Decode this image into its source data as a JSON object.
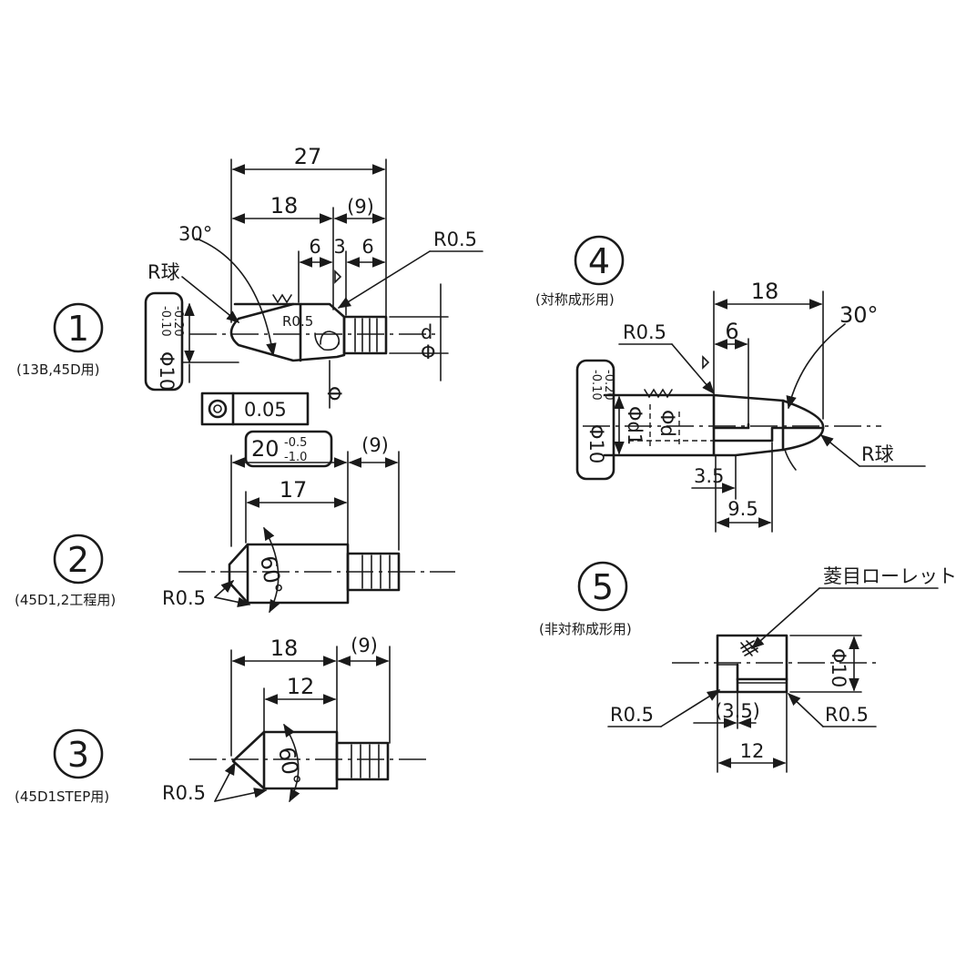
{
  "part1": {
    "number": "1",
    "note": "(13B,45D用)",
    "dim_total": "27",
    "dim_18": "18",
    "dim_9": "(9)",
    "dim_6a": "6",
    "dim_3": "3",
    "dim_6b": "6",
    "angle": "30°",
    "r_ball": "R球",
    "r05_top": "R0.5",
    "r05_inner": "R0.5",
    "dia_d": "d",
    "dia_phi": "Φ",
    "tol_upper": "-0.10",
    "tol_lower": "-0.20",
    "dia_main": "Φ10",
    "gdt_value": "0.05",
    "gdt_datum": "Φ"
  },
  "part2": {
    "number": "2",
    "note": "(45D1,2工程用)",
    "dim_20": "20",
    "tol_upper": "-0.5",
    "tol_lower": "-1.0",
    "dim_9": "(9)",
    "dim_17": "17",
    "angle": "60°",
    "r05": "R0.5"
  },
  "part3": {
    "number": "3",
    "note": "(45D1STEP用)",
    "dim_18": "18",
    "dim_9": "(9)",
    "dim_12": "12",
    "angle": "60°",
    "r05": "R0.5"
  },
  "part4": {
    "number": "4",
    "note": "(対称成形用)",
    "dim_18": "18",
    "dim_6": "6",
    "angle": "30°",
    "r05": "R0.5",
    "r_ball": "R球",
    "tol_upper": "-0.10",
    "tol_lower": "-0.20",
    "dia_main": "Φ10",
    "dia_d1": "Φd1",
    "dia_d": "Φd",
    "dim_35": "3.5",
    "dim_95": "9.5"
  },
  "part5": {
    "number": "5",
    "note": "(非対称成形用)",
    "knurl_note": "菱目ローレット",
    "r05_left": "R0.5",
    "r05_right": "R0.5",
    "dim_35": "(3.5)",
    "dim_12": "12",
    "dia_main": "Φ10"
  }
}
